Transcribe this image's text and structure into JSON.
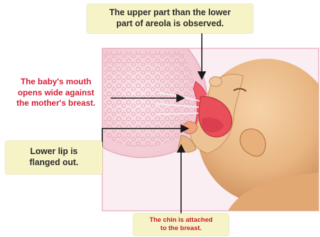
{
  "labels": {
    "top": [
      "The upper part than the lower",
      "part of areola is observed."
    ],
    "mouth": [
      "The baby's mouth",
      "opens wide against",
      "the mother's breast."
    ],
    "lip": [
      "Lower lip is",
      "flanged out."
    ],
    "chin": [
      "The chin is attached",
      "to the breast."
    ]
  },
  "colors": {
    "label_bg": "#f6f4c6",
    "red_text": "#d61e35",
    "frame_bg": "#fbeef2",
    "breast_tissue": "#f4d7df",
    "breast_dots": "#e7a9b8",
    "skin": "#e9ba86",
    "mouth": "#e84f58",
    "nipple": "#f25b6a"
  }
}
